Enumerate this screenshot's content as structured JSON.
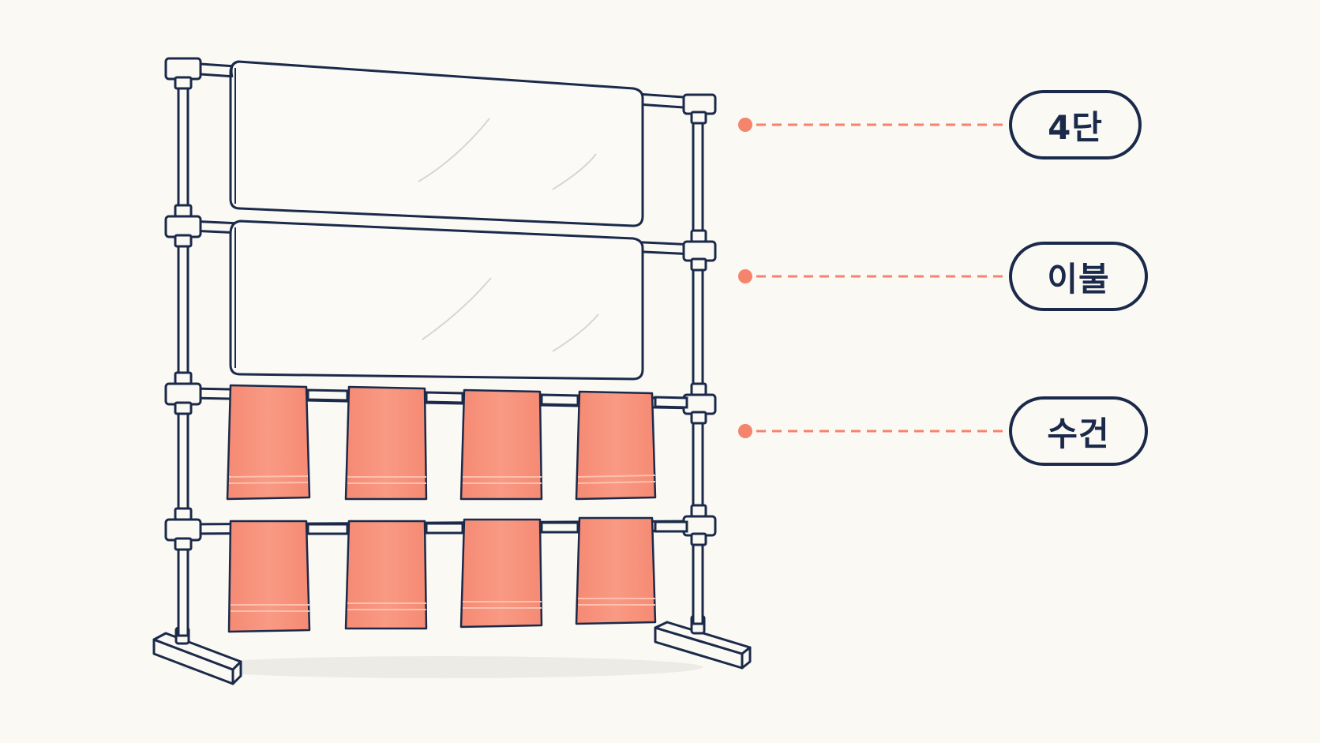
{
  "callouts": [
    {
      "label": "4단"
    },
    {
      "label": "이불"
    },
    {
      "label": "수건"
    }
  ],
  "colors": {
    "outline": "#1b2a4a",
    "towel": "#f9937d",
    "leader": "#f4846c",
    "background": "#fbf9f4",
    "blanket": "#fbfaf6"
  },
  "rack": {
    "tiers": 4,
    "blanket_rows": 2,
    "towel_rows": 2,
    "towels_per_row": 4
  }
}
